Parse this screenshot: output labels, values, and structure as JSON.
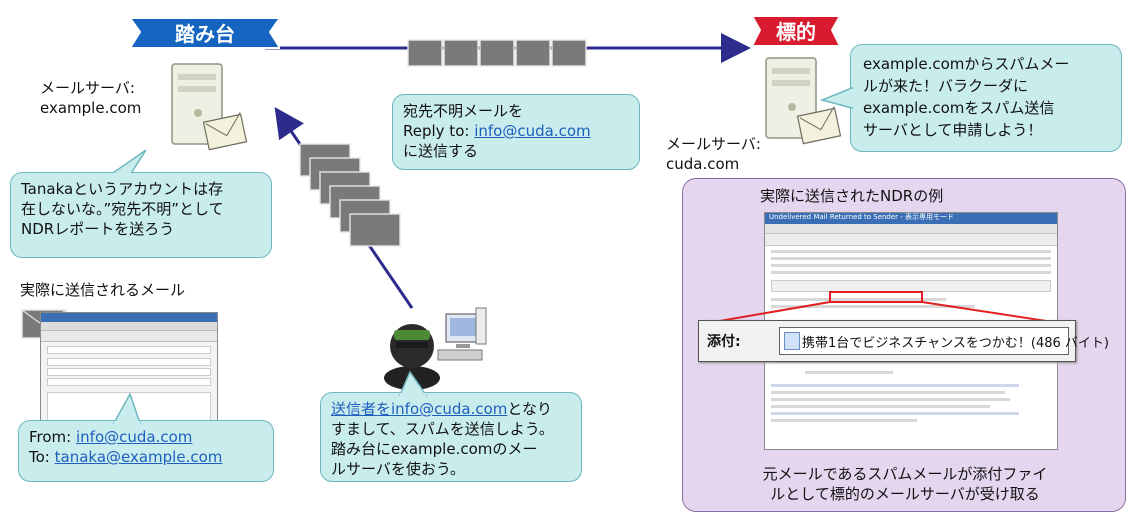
{
  "stepping_stone": {
    "banner": "踏み台",
    "label_line1": "メールサーバ:",
    "label_line2": "example.com"
  },
  "target": {
    "banner": "標的",
    "label_line1": "メールサーバ:",
    "label_line2": "cuda.com"
  },
  "target_callout": {
    "lines": [
      "example.comからスパムメー",
      "ルが来た！バラクーダに",
      "example.comをスパム送信",
      "サーバとして申請しよう！"
    ]
  },
  "relay_callout": {
    "line1": "宛先不明メールを",
    "line2_prefix": "Reply to: ",
    "line2_link": "info@cuda.com",
    "line3": "に送信する"
  },
  "tanaka_callout": {
    "lines": [
      "Tanakaというアカウントは存",
      "在しないな。”宛先不明”として",
      "NDRレポートを送ろう"
    ]
  },
  "sent_mail": {
    "title": "実際に送信されるメール",
    "from_label": "From: ",
    "from_value": "info@cuda.com",
    "to_label": "To: ",
    "to_value": "tanaka@example.com"
  },
  "attacker_callout": {
    "link": "送信者をinfo@cuda.com",
    "line1_rest": "となり",
    "lines": [
      "すまして、スパムを送信しよう。",
      "踏み台にexample.comのメー",
      "ルサーバを使おう。"
    ]
  },
  "ndr_panel": {
    "title": "実際に送信されたNDRの例",
    "window_title": "Undelivered Mail Returned to Sender - 表示専用モード",
    "attachment_label": "添付:",
    "attachment_value": "携帯1台でビジネスチャンスをつかむ！(486 バイト)",
    "caption_line1": "元メールであるスパムメールが添付ファイ",
    "caption_line2": "ルとして標的のメールサーバが受け取る"
  },
  "colors": {
    "arrow": "#2d2b8c",
    "banner_blue": "#1565c0",
    "banner_red": "#d81b2e",
    "callout_fill": "#c9ecec",
    "callout_border": "#6fb7bf",
    "panel_fill": "#e4d6ee"
  }
}
